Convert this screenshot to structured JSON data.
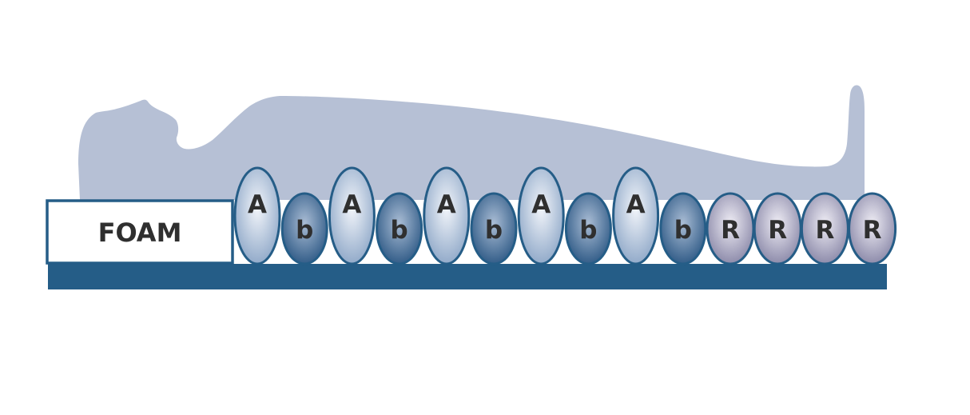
{
  "diagram": {
    "foam_label": "FOAM",
    "cells": [
      {
        "label": "A",
        "kind": "A"
      },
      {
        "label": "b",
        "kind": "b"
      },
      {
        "label": "A",
        "kind": "A"
      },
      {
        "label": "b",
        "kind": "b"
      },
      {
        "label": "A",
        "kind": "A"
      },
      {
        "label": "b",
        "kind": "b"
      },
      {
        "label": "A",
        "kind": "A"
      },
      {
        "label": "b",
        "kind": "b"
      },
      {
        "label": "A",
        "kind": "A"
      },
      {
        "label": "b",
        "kind": "b"
      },
      {
        "label": "R",
        "kind": "R"
      },
      {
        "label": "R",
        "kind": "R"
      },
      {
        "label": "R",
        "kind": "R"
      },
      {
        "label": "R",
        "kind": "R"
      }
    ],
    "colors": {
      "base": "#255d87",
      "outline": "#255d87",
      "silhouette": "#b6c0d5",
      "cell_a_light": "#f2f5fa",
      "cell_a_dark": "#8fa8c8",
      "cell_b_light": "#a9bcd4",
      "cell_b_dark": "#2f5a86",
      "cell_r_light": "#eeecf4",
      "cell_r_dark": "#8a88a8",
      "label": "#2f2f2f"
    }
  }
}
